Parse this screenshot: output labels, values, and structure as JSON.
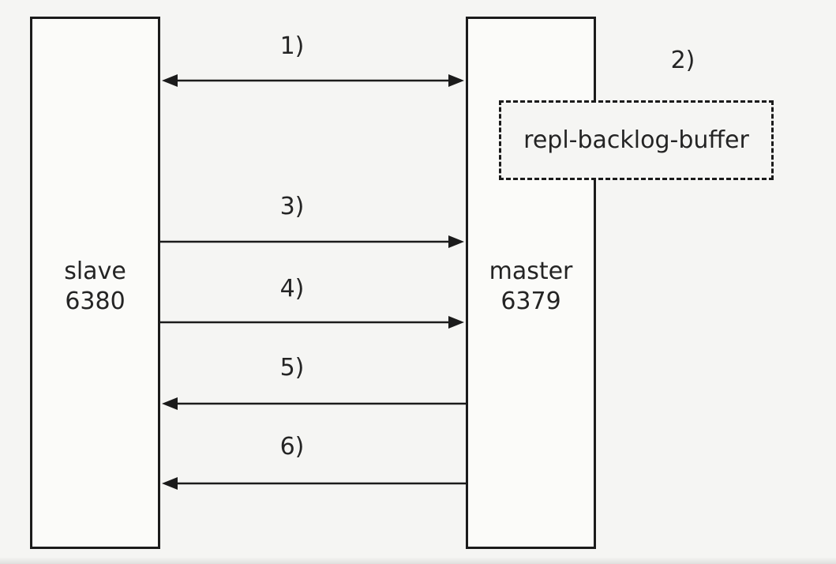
{
  "nodes": {
    "slave": {
      "label": "slave",
      "port": "6380"
    },
    "master": {
      "label": "master",
      "port": "6379"
    },
    "buffer": {
      "label": "repl-backlog-buffer"
    }
  },
  "steps": [
    {
      "label": "1)",
      "from": "slave",
      "to": "master",
      "direction": "bidirectional"
    },
    {
      "label": "2)",
      "attached_to": "repl-backlog-buffer"
    },
    {
      "label": "3)",
      "from": "slave",
      "to": "master",
      "direction": "right"
    },
    {
      "label": "4)",
      "from": "slave",
      "to": "master",
      "direction": "right"
    },
    {
      "label": "5)",
      "from": "master",
      "to": "slave",
      "direction": "left"
    },
    {
      "label": "6)",
      "from": "master",
      "to": "slave",
      "direction": "left"
    }
  ],
  "colors": {
    "background": "#f5f5f3",
    "box_fill": "#fbfbf9",
    "stroke": "#1b1b1b",
    "text": "#242424"
  }
}
